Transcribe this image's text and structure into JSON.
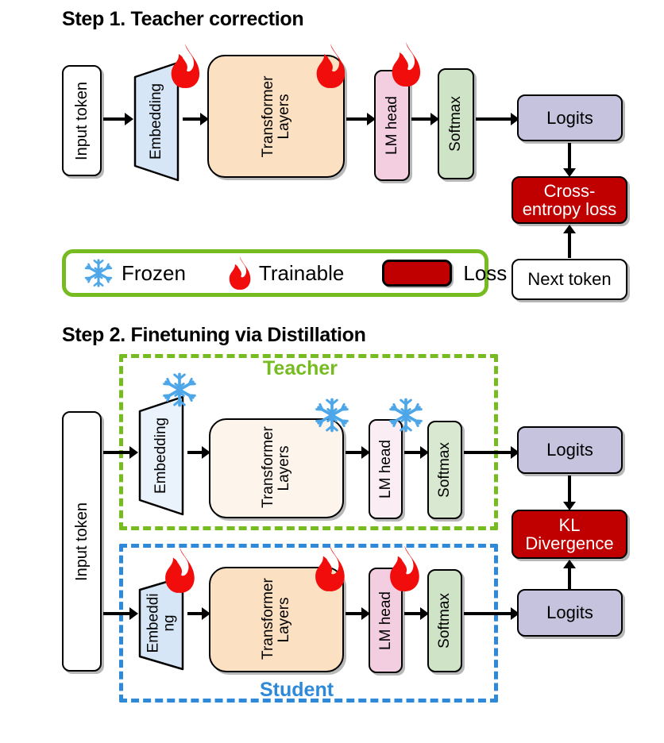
{
  "steps": [
    {
      "title": "Step 1. Teacher correction",
      "pipeline": [
        {
          "label": "Input token",
          "kind": "input"
        },
        {
          "label": "Embedding",
          "kind": "embedding",
          "icon": "fire-icon"
        },
        {
          "label": "Transformer Layers",
          "kind": "transformer",
          "icon": "fire-icon"
        },
        {
          "label": "LM head",
          "kind": "lmhead",
          "icon": "fire-icon"
        },
        {
          "label": "Softmax",
          "kind": "softmax"
        }
      ],
      "logits_label": "Logits",
      "loss_label": "Cross-entropy loss",
      "target_label": "Next token"
    },
    {
      "title": "Step 2. Finetuning via Distillation",
      "input_label": "Input token",
      "loss_label": "KL Divergence",
      "teacher": {
        "group_label": "Teacher",
        "logits_label": "Logits",
        "pipeline": [
          {
            "label": "Embedding",
            "kind": "embedding",
            "icon": "snowflake-icon"
          },
          {
            "label": "Transformer Layers",
            "kind": "transformer",
            "icon": "snowflake-icon"
          },
          {
            "label": "LM head",
            "kind": "lmhead",
            "icon": "snowflake-icon"
          },
          {
            "label": "Softmax",
            "kind": "softmax"
          }
        ]
      },
      "student": {
        "group_label": "Student",
        "logits_label": "Logits",
        "pipeline": [
          {
            "label": "Embeddi ng",
            "kind": "embedding",
            "icon": "fire-icon"
          },
          {
            "label": "Transformer Layers",
            "kind": "transformer",
            "icon": "fire-icon"
          },
          {
            "label": "LM head",
            "kind": "lmhead",
            "icon": "fire-icon"
          },
          {
            "label": "Softmax",
            "kind": "softmax"
          }
        ]
      }
    }
  ],
  "legend": {
    "frozen_label": "Frozen",
    "trainable_label": "Trainable",
    "loss_label": "Loss",
    "frozen_icon": "snowflake-icon",
    "trainable_icon": "fire-icon",
    "loss_icon": "loss-swatch"
  },
  "colors": {
    "input": "#ffffff",
    "embedding": "#d6e6f7",
    "embedding_faded": "#eaf2fb",
    "transformer": "#fce0c2",
    "transformer_faded": "#fdf4ec",
    "lmhead": "#f3cde0",
    "lmhead_faded": "#faeef4",
    "softmax": "#cfe3c6",
    "softmax_faded": "#d9e8d1",
    "logits": "#c5c3de",
    "loss": "#c00000",
    "loss_text": "#ffffff",
    "teacher_green": "#76bc21",
    "student_blue": "#2e8ad8",
    "snowflake": "#4da6e8",
    "fire": "#f20d0d",
    "outline": "#000000"
  }
}
